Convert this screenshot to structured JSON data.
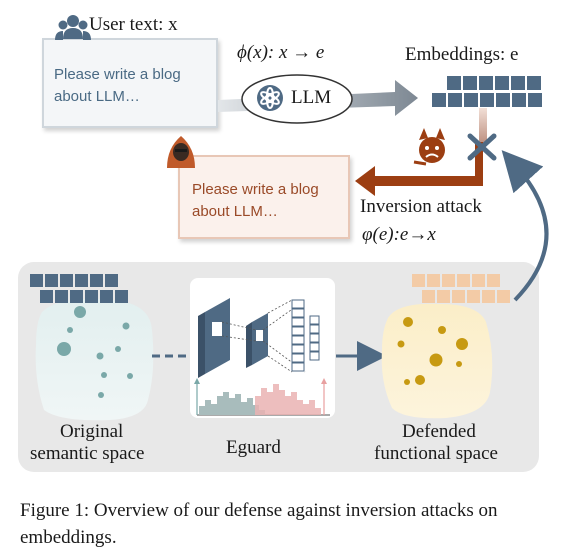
{
  "user_text_label": "User text: x",
  "user_prompt": "Please write a blog about LLM…",
  "mapping_label": "ϕ(x): x → e",
  "llm_label": "LLM",
  "embeddings_label": "Embeddings: e",
  "attack_prompt": "Please write a blog about LLM…",
  "inversion_label": "Inversion attack",
  "inversion_func": "φ(e):e→x",
  "original_label_line1": "Original",
  "original_label_line2": "semantic space",
  "eguard_label": "Eguard",
  "defended_label_line1": "Defended",
  "defended_label_line2": "functional space",
  "caption": "Figure 1: Overview of our defense against inversion attacks on embeddings.",
  "colors": {
    "embedding_block": "#4f6a84",
    "defended_block": "#f3cba6",
    "attack_arrow": "#9c3e12",
    "gray_arrow": "#7f8c98",
    "blue_arrow": "#4f6a84",
    "semantic_dots": "#7aa8a8",
    "functional_dots": "#c79a12"
  },
  "icons": [
    "users-icon",
    "hacker-icon",
    "openai-logo-icon",
    "devil-icon",
    "cross-icon"
  ]
}
